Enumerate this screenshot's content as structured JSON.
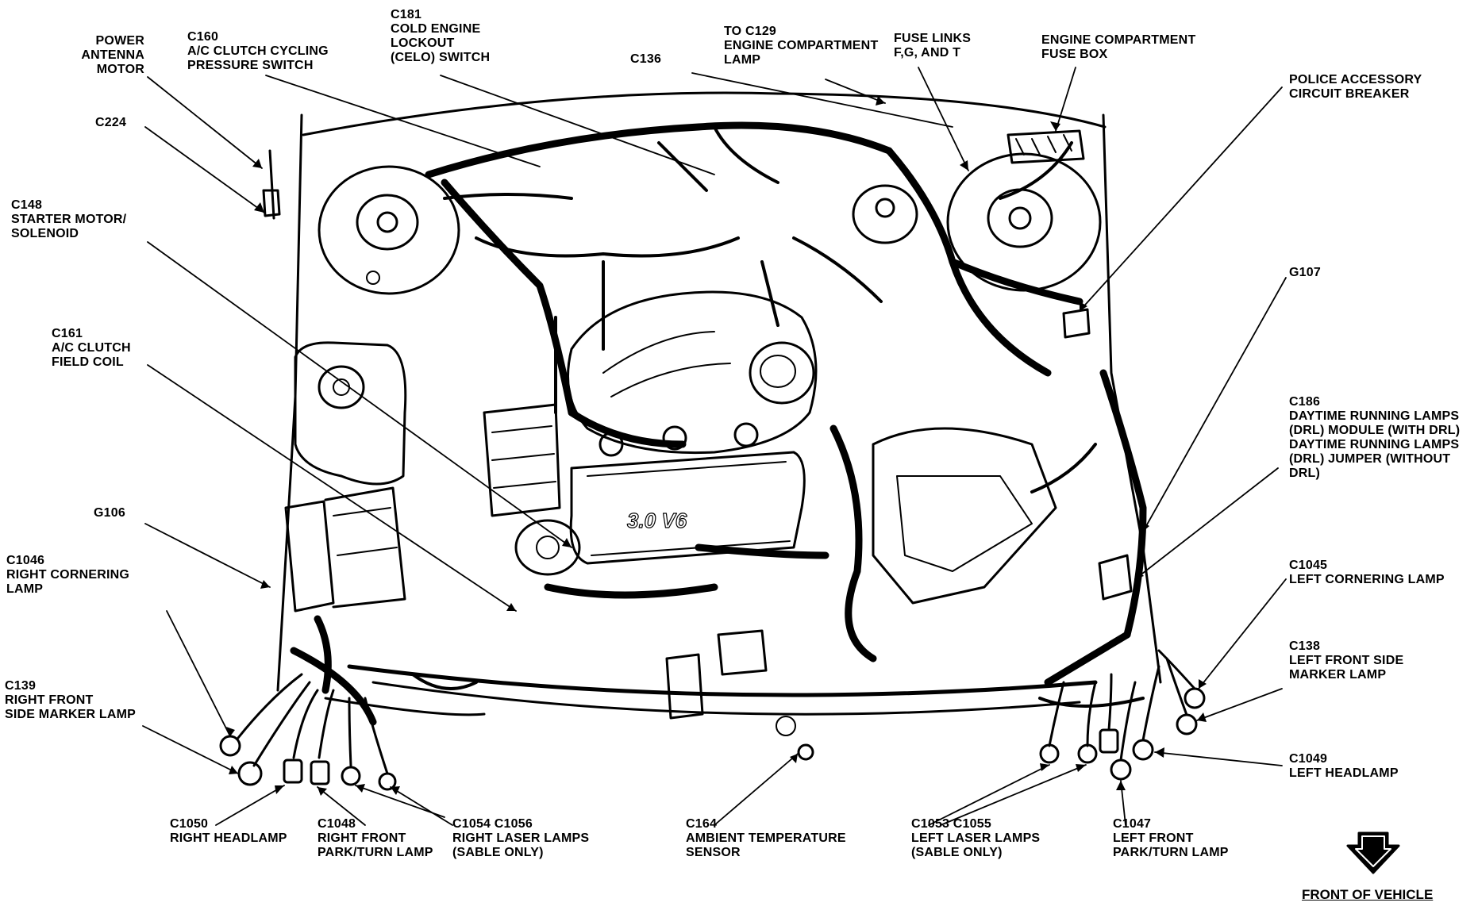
{
  "labels": {
    "power_antenna_motor": "POWER\nANTENNA\nMOTOR",
    "c224": "C224",
    "c148": "C148\nSTARTER MOTOR/\nSOLENOID",
    "c161": "C161\nA/C CLUTCH\nFIELD COIL",
    "g106": "G106",
    "c1046": "C1046\nRIGHT CORNERING\nLAMP",
    "c139": "C139\nRIGHT FRONT\nSIDE MARKER LAMP",
    "c160": "C160\nA/C CLUTCH CYCLING\nPRESSURE SWITCH",
    "c181": "C181\nCOLD ENGINE\nLOCKOUT\n(CELO) SWITCH",
    "c136": "C136",
    "c129": "TO C129\nENGINE COMPARTMENT\nLAMP",
    "fuse_links": "FUSE LINKS\nF,G, AND T",
    "fuse_box": "ENGINE COMPARTMENT\nFUSE BOX",
    "police_breaker": "POLICE ACCESSORY\nCIRCUIT BREAKER",
    "g107": "G107",
    "c186": "C186\nDAYTIME RUNNING LAMPS\n(DRL) MODULE (WITH DRL)\nDAYTIME RUNNING LAMPS\n(DRL) JUMPER (WITHOUT\nDRL)",
    "c1045": "C1045\nLEFT CORNERING LAMP",
    "c138": "C138\nLEFT FRONT SIDE\nMARKER LAMP",
    "c1049": "C1049\nLEFT HEADLAMP",
    "c1050": "C1050\nRIGHT HEADLAMP",
    "c1048": "C1048\nRIGHT FRONT\nPARK/TURN LAMP",
    "c1054": "C1054 C1056\nRIGHT LASER LAMPS\n(SABLE ONLY)",
    "c164": "C164\nAMBIENT TEMPERATURE\nSENSOR",
    "c1053": "C1053 C1055\nLEFT LASER LAMPS\n(SABLE ONLY)",
    "c1047": "C1047\nLEFT FRONT\nPARK/TURN LAMP",
    "front_of_vehicle": "FRONT OF VEHICLE"
  },
  "engine_badge": "3.0 V6"
}
